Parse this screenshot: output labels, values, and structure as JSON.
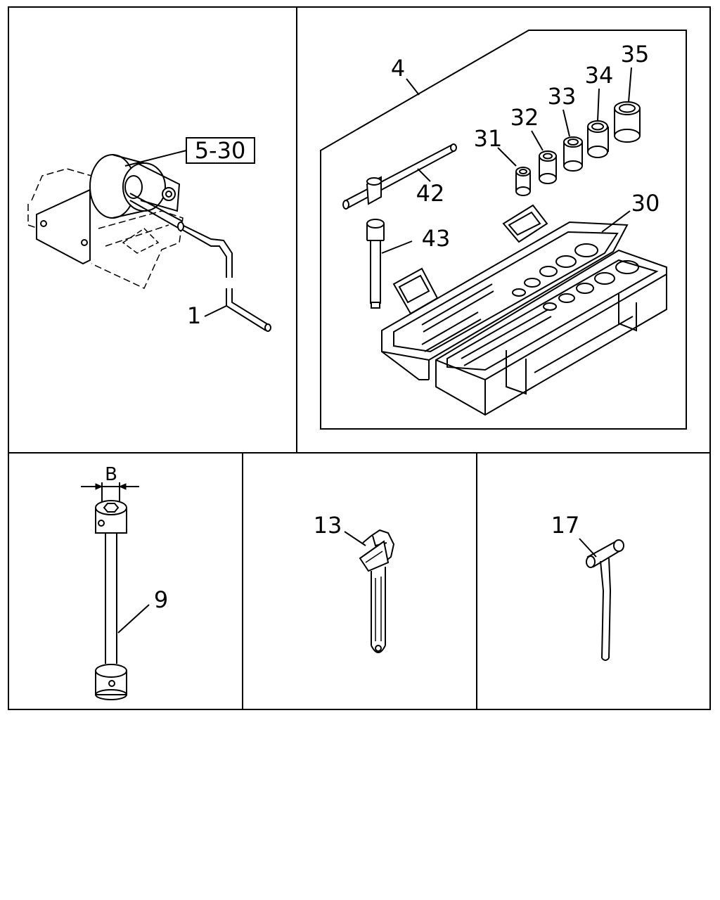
{
  "labels": {
    "winch_ref": "5-30",
    "crank_handle": "1",
    "socket_kit": "4",
    "box_case": "30",
    "socket_31": "31",
    "socket_32": "32",
    "socket_33": "33",
    "socket_34": "34",
    "socket_35": "35",
    "t_handle": "42",
    "extension": "43",
    "box_wrench": "9",
    "dimension_b": "B",
    "adjustable_wrench": "13",
    "hammer": "17"
  }
}
